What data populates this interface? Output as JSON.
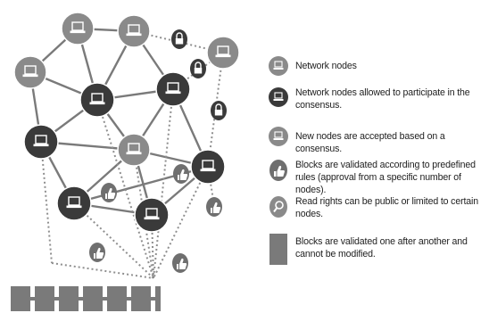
{
  "legend": [
    {
      "icon": "network-node-icon",
      "text": "Network nodes"
    },
    {
      "icon": "consensus-node-icon",
      "text": "Network nodes allowed to participate in the consensus."
    },
    {
      "icon": "new-node-icon",
      "text": "New nodes are accepted based on a consensus."
    },
    {
      "icon": "thumbs-up-icon",
      "text": "Blocks are validated according to predefined rules (approval from a specific number of nodes)."
    },
    {
      "icon": "magnifier-icon",
      "text": "Read rights can be public or limited to certain nodes."
    },
    {
      "icon": "block-icon",
      "text": "Blocks are validated one after another and cannot be modified."
    }
  ],
  "colors": {
    "light_node": "#8a8a8a",
    "dark_node": "#3a3a3a",
    "edge": "#7a7a7a",
    "dotted_edge": "#8f8f8f",
    "block": "#7a7a7a"
  }
}
